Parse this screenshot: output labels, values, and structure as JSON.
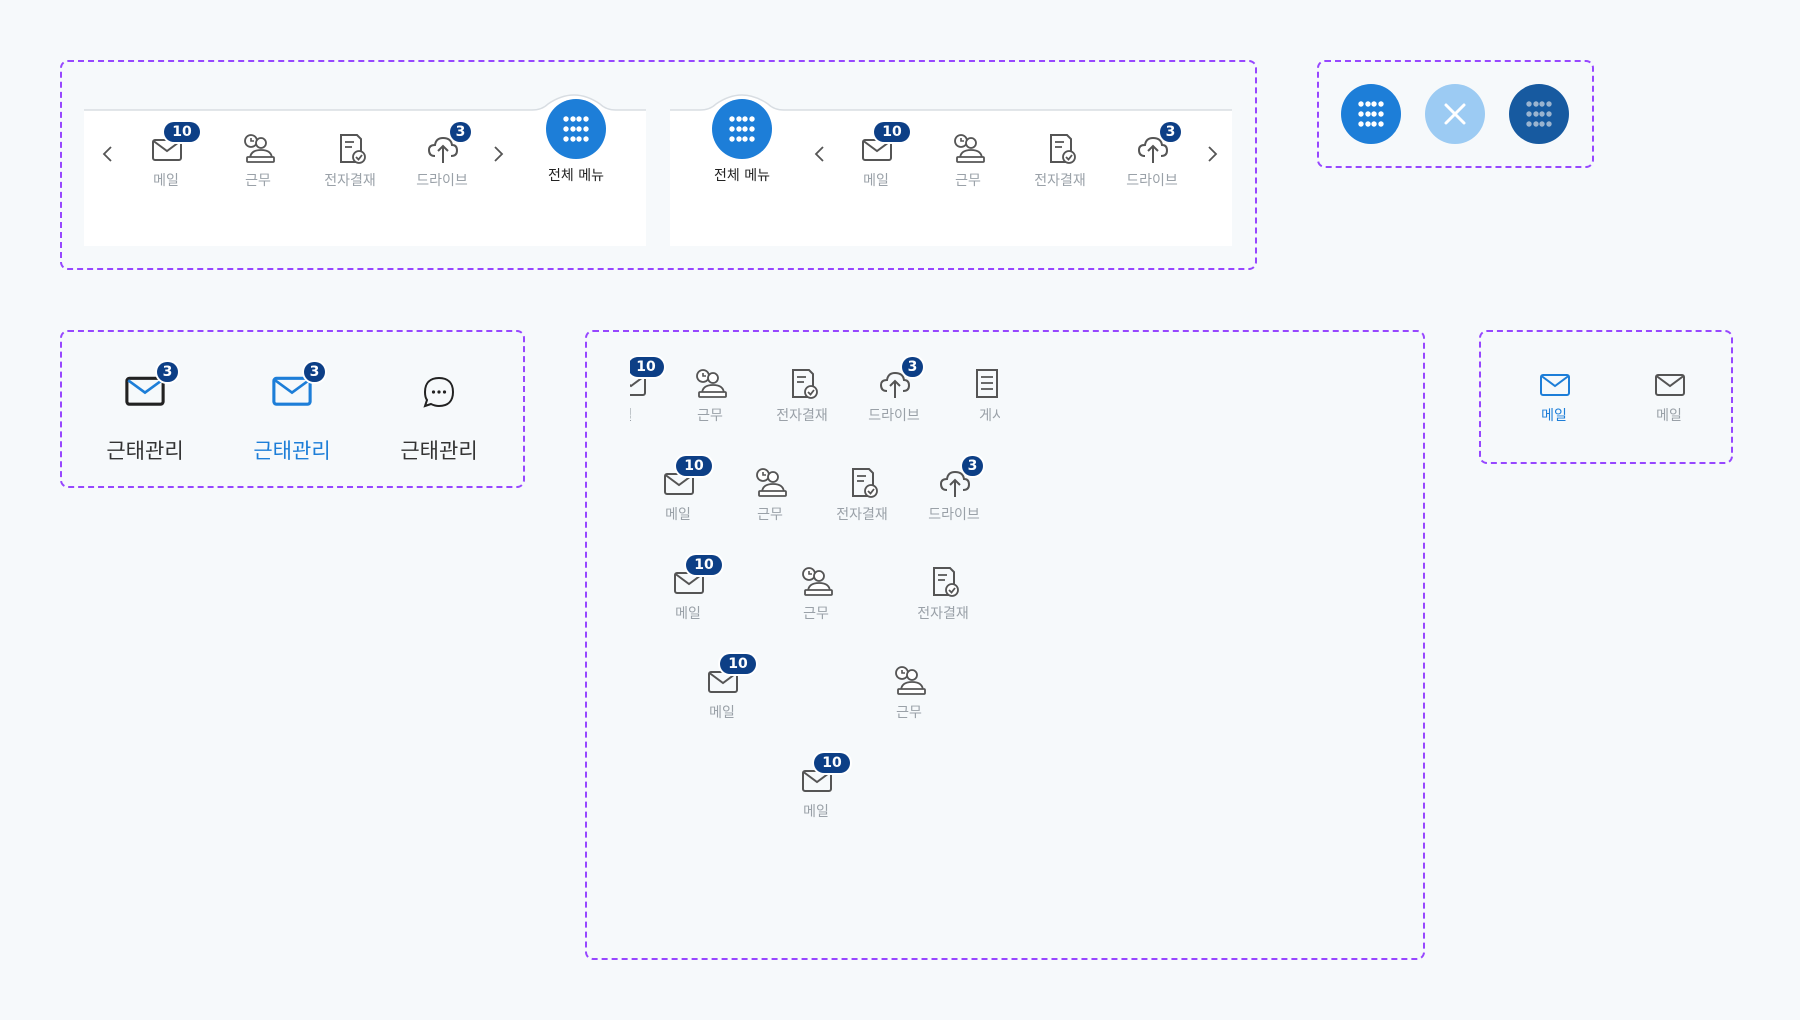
{
  "menu": {
    "mail": "메일",
    "work": "근무",
    "approval": "전자결재",
    "drive": "드라이브",
    "board_partial": "게시",
    "mail_partial": "일",
    "all_menu": "전체 메뉴"
  },
  "badges": {
    "mail": "10",
    "drive": "3"
  },
  "attendance": {
    "label": "근태관리",
    "badge": "3"
  },
  "tabbar": {
    "active_label": "메일",
    "inactive_label": "메일"
  },
  "colors": {
    "primary": "#1d7ed8",
    "primary_dark": "#0d3f86",
    "fab_light": "#9ccbf3",
    "fab_dark": "#175aa0",
    "frame": "#9747ff",
    "label_gray": "#9aa1a8"
  }
}
